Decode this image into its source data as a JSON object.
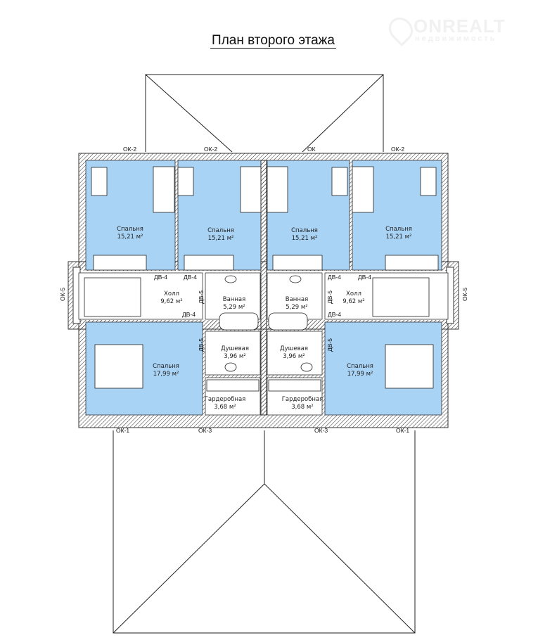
{
  "title": "План второго этажа",
  "watermark": {
    "main": "ONREALT",
    "sub": "недвижимость"
  },
  "colors": {
    "room": "#a9d3f5",
    "wall": "#333333"
  },
  "rooms": [
    {
      "name": "Спальня",
      "area": "15,21 м²"
    },
    {
      "name": "Спальня",
      "area": "15,21 м²"
    },
    {
      "name": "Спальня",
      "area": "15,21 м²"
    },
    {
      "name": "Спальня",
      "area": "15,21 м²"
    },
    {
      "name": "Холл",
      "area": "9,62 м²"
    },
    {
      "name": "Ванная",
      "area": "5,29 м²"
    },
    {
      "name": "Ванная",
      "area": "5,29 м²"
    },
    {
      "name": "Холл",
      "area": "9,62 м²"
    },
    {
      "name": "Спальня",
      "area": "17,99 м²"
    },
    {
      "name": "Душевая",
      "area": "3,96 м²"
    },
    {
      "name": "Душевая",
      "area": "3,96 м²"
    },
    {
      "name": "Спальня",
      "area": "17,99 м²"
    },
    {
      "name": "Гардеробная",
      "area": "3,68 м²"
    },
    {
      "name": "Гардеробная",
      "area": "3,68 м²"
    }
  ],
  "window_tags": {
    "top": [
      "ОК-2",
      "ОК-2",
      "ОК",
      "ОК-2"
    ],
    "bottom": [
      "ОК-1",
      "ОК-3",
      "ОК-3",
      "ОК-1"
    ],
    "side": [
      "ОК-5",
      "ОК-5"
    ]
  },
  "door_tags": [
    "ДВ-4",
    "ДВ-4",
    "ДВ-4",
    "ДВ-4",
    "ДВ-4",
    "ДВ-4",
    "ДВ-5",
    "ДВ-5",
    "ДВ-5",
    "ДВ-5"
  ]
}
